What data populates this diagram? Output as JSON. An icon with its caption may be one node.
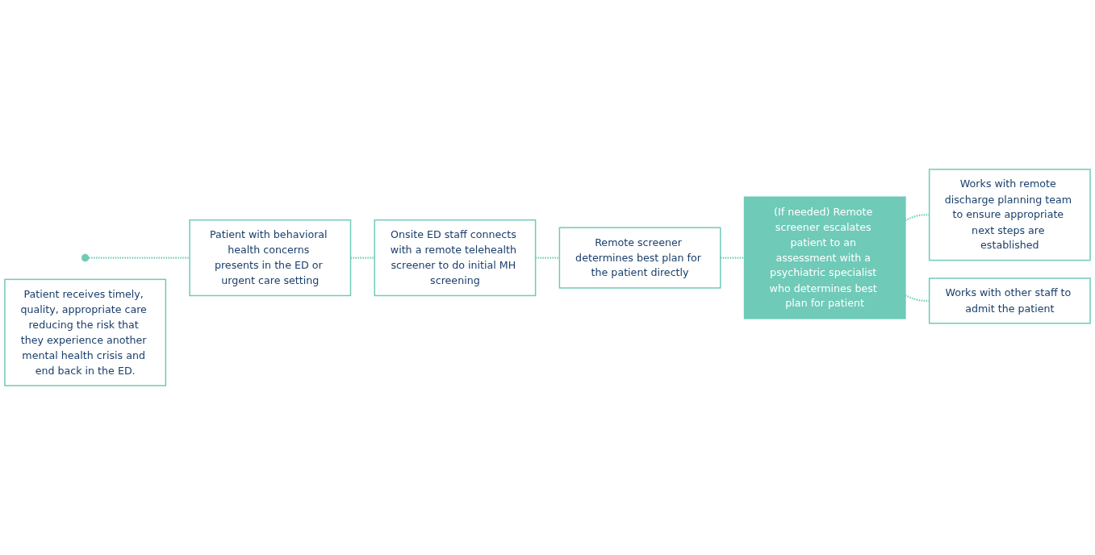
{
  "diagram": {
    "nodes": [
      {
        "text": [],
        "shape": "circle"
      },
      {
        "text": [
          "Patient with behavioral health concerns presents in the ED or urgent care setting"
        ]
      },
      {
        "text": [
          "Onsite ED staff connects with a remote telehealth screener to do initial MH screening"
        ]
      },
      {
        "text": [
          "Remote screener determines best plan for the patient directly"
        ]
      },
      {
        "text": [
          "(If needed) Remote screener escalates patient to an assessment with a psychiatric specialist who determines best plan for patient"
        ]
      },
      {
        "text": [
          "Works with remote discharge planning team to ensure appropriate next steps are established"
        ]
      },
      {
        "text": [
          "Works with other staff to admit the patient"
        ]
      },
      {
        "text": [
          "Patient receives timely, quality, appropriate care reducing the risk that they experience another mental health crisis and end back in the ED."
        ]
      }
    ],
    "edges": [
      {
        "from": 0,
        "to": 1,
        "arrow": "none",
        "style": "dashed"
      },
      {
        "from": 1,
        "to": 2,
        "arrow": "none",
        "style": "dashed"
      },
      {
        "from": 2,
        "to": 3,
        "arrow": "none",
        "style": "dashed"
      },
      {
        "from": 3,
        "to": 4,
        "arrow": "none",
        "style": "dashed"
      },
      {
        "from": 4,
        "to": 5,
        "arrow": "none",
        "style": "dashed"
      },
      {
        "from": 4,
        "to": 6,
        "arrow": "none",
        "style": "dashed"
      }
    ]
  }
}
